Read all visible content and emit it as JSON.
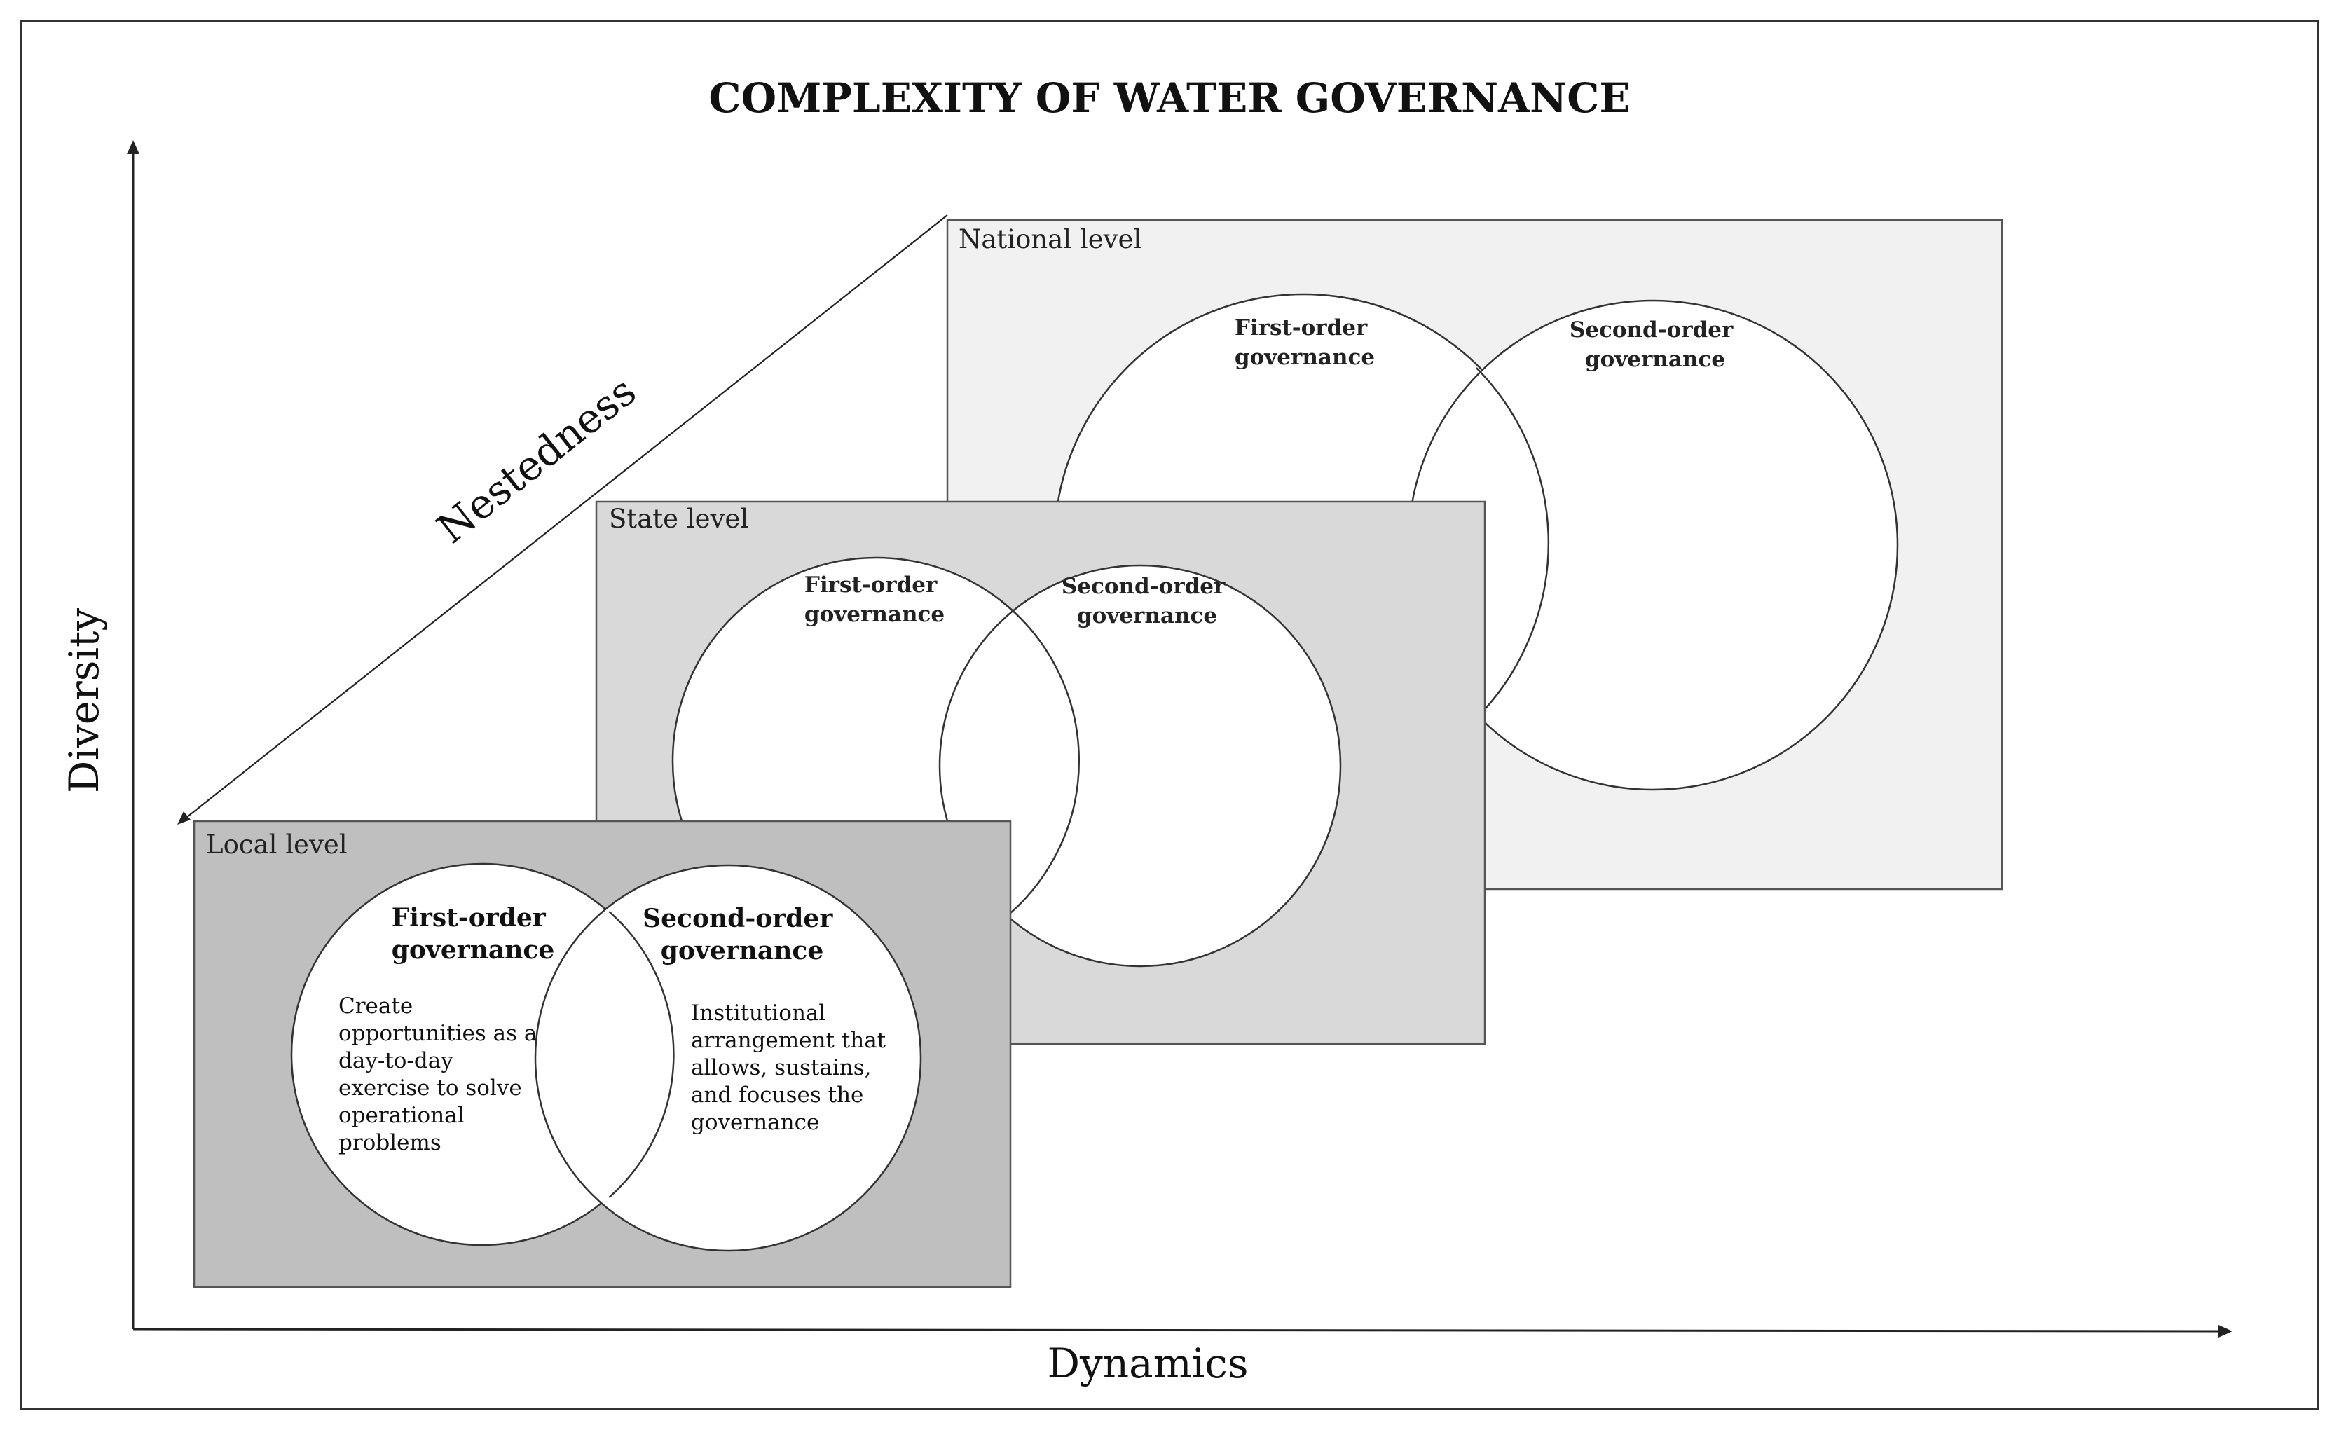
{
  "title": "COMPLEXITY OF WATER GOVERNANCE",
  "axes": {
    "x_label": "Dynamics",
    "y_label": "Diversity",
    "diagonal_label": "Nestedness"
  },
  "levels": {
    "national": {
      "label": "National level",
      "first_order": [
        "First-order",
        "governance"
      ],
      "second_order": [
        "Second-order",
        "governance"
      ],
      "fill": "#f1f1f1"
    },
    "state": {
      "label": "State level",
      "first_order": [
        "First-order",
        "governance"
      ],
      "second_order": [
        "Second-order",
        "governance"
      ],
      "fill": "#d9d9d9"
    },
    "local": {
      "label": "Local level",
      "first_order": [
        "First-order",
        "governance"
      ],
      "second_order": [
        "Second-order",
        "governance"
      ],
      "first_order_text": [
        "Create",
        "opportunities as a",
        "day-to-day",
        "exercise to solve",
        "operational",
        "problems"
      ],
      "second_order_text": [
        "Institutional",
        "arrangement that",
        "allows, sustains,",
        "and focuses the",
        "governance"
      ],
      "fill": "#bfbfbf"
    }
  },
  "colors": {
    "stroke": "#333333",
    "text": "#111111",
    "circle_fill": "#ffffff"
  }
}
